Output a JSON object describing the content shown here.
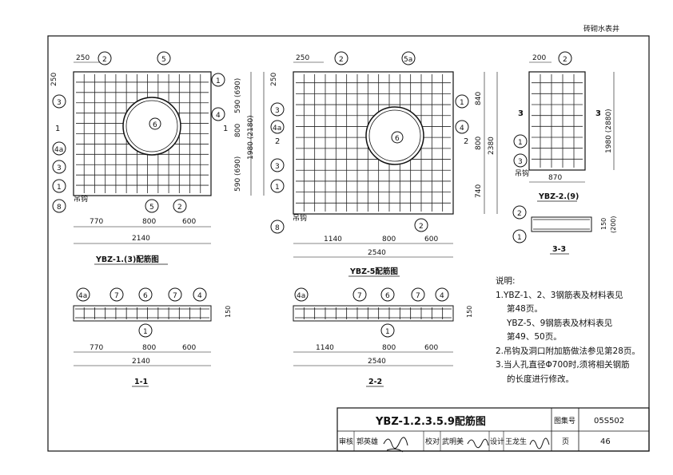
{
  "header": {
    "category": "砖砌水表井"
  },
  "drawings": {
    "ybz1": {
      "title": "YBZ-1.(3)配筋图",
      "section_mark": "1",
      "top_dims": [
        "250"
      ],
      "left_dims": [
        "250"
      ],
      "right_dims": [
        "590 (690)",
        "800",
        "590 (690)",
        "1980 (2180)"
      ],
      "bottom_dims": [
        "770",
        "800",
        "600"
      ],
      "total": "2140",
      "labels": {
        "c1": "1",
        "c2": "2",
        "c3": "3",
        "c4": "4",
        "c4a": "4a",
        "c5": "5",
        "c6": "6",
        "c8": "8"
      },
      "hook": "吊钩"
    },
    "ybz5": {
      "title": "YBZ-5配筋图",
      "section_mark": "2",
      "top_dims": [
        "250"
      ],
      "left_dims": [
        "250"
      ],
      "right_dims": [
        "840",
        "800",
        "740",
        "2380"
      ],
      "bottom_dims": [
        "1140",
        "800",
        "600"
      ],
      "total": "2540",
      "labels": {
        "c1": "1",
        "c2": "2",
        "c3": "3",
        "c4": "4",
        "c4a": "4a",
        "c5a": "5a",
        "c6": "6",
        "c8": "8"
      },
      "hook": "吊钩"
    },
    "ybz2": {
      "title": "YBZ-2.(9)",
      "section_mark": "3",
      "top_dims": [
        "200"
      ],
      "right_dims": [
        "1980 (2880)"
      ],
      "bottom_dims": [
        "870"
      ],
      "labels": {
        "c1": "1",
        "c2": "2",
        "c3": "3"
      },
      "hook": "吊钩"
    },
    "sec33": {
      "title": "3-3",
      "dims": [
        "150",
        "(200)"
      ],
      "labels": {
        "c1": "1",
        "c2": "2"
      }
    },
    "sec11": {
      "title": "1-1",
      "height": "150",
      "bottom_dims": [
        "770",
        "800",
        "600"
      ],
      "total": "2140",
      "labels": {
        "c1": "1",
        "c4": "4",
        "c4a": "4a",
        "c6": "6",
        "c7": "7"
      }
    },
    "sec22": {
      "title": "2-2",
      "height": "150",
      "bottom_dims": [
        "1140",
        "800",
        "600"
      ],
      "total": "2540",
      "labels": {
        "c1": "1",
        "c4": "4",
        "c4a": "4a",
        "c6": "6",
        "c7": "7"
      }
    }
  },
  "notes": {
    "heading": "说明:",
    "items": [
      "1.YBZ-1、2、3钢筋表及材料表见",
      "第48页。",
      "YBZ-5、9钢筋表及材料表见",
      "第49、50页。",
      "2.吊钩及洞口附加筋做法参见第28页。",
      "3.当人孔直径Φ700时,须将相关钢筋",
      "的长度进行修改。"
    ]
  },
  "title_block": {
    "title": "YBZ-1.2.3.5.9配筋图",
    "atlas_label": "图集号",
    "atlas_no": "05S502",
    "review_label": "审核",
    "reviewer": "郭英雄",
    "check_label": "校对",
    "checker": "武明美",
    "design_label": "设计",
    "designer": "王龙生",
    "page_label": "页",
    "page_no": "46"
  }
}
